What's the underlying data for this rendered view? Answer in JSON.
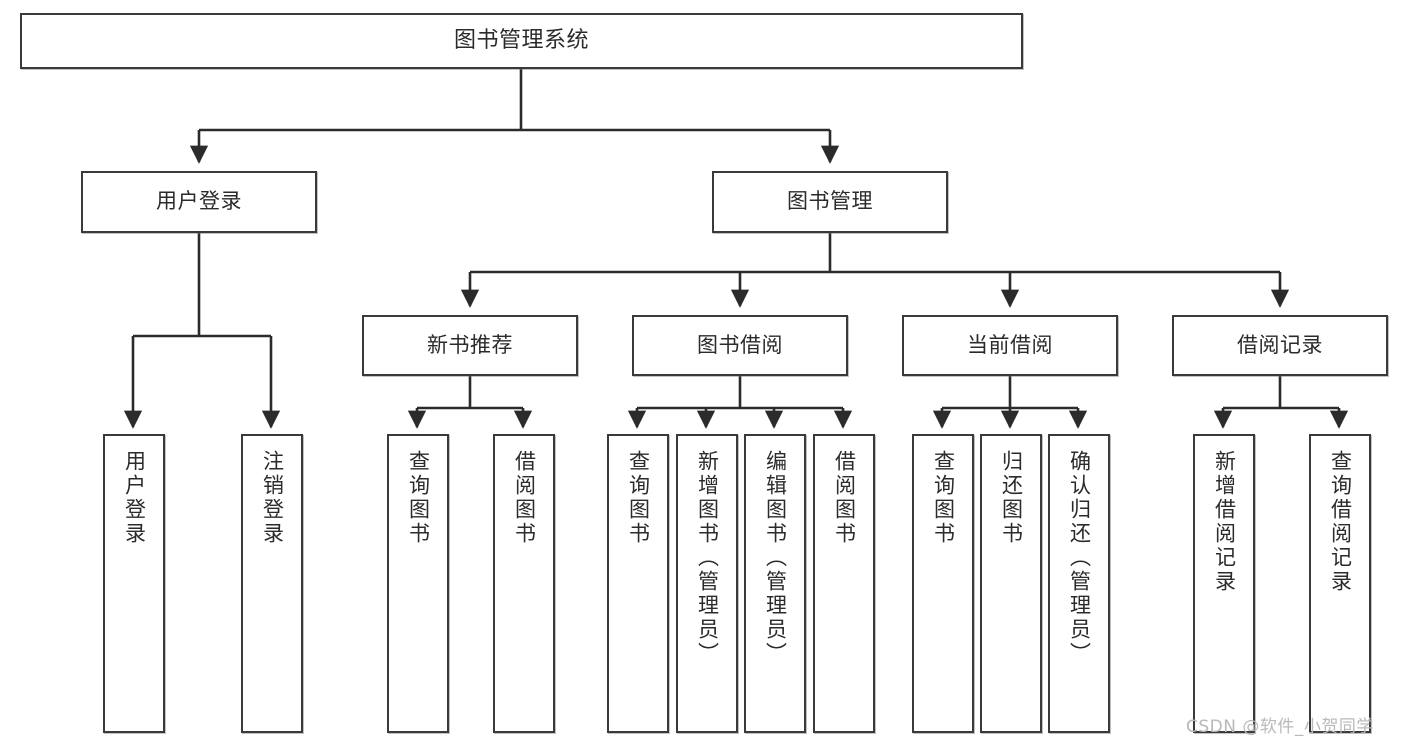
{
  "diagram": {
    "title": "图书管理系统",
    "type": "功能结构图",
    "watermark": "CSDN @软件_小贺同学",
    "colors": {
      "node_border": "#3a3a3a",
      "node_fill": "#ffffff",
      "edge": "#2b2b2b",
      "text": "#2b2b2b",
      "watermark": "#b9b9b9",
      "background": "#ffffff"
    },
    "levels": {
      "root": "图书管理系统",
      "level2": [
        "用户登录",
        "图书管理"
      ],
      "level3": [
        "新书推荐",
        "图书借阅",
        "当前借阅",
        "借阅记录"
      ]
    },
    "nodes": {
      "root": {
        "label": "图书管理系统"
      },
      "user_login": {
        "label": "用户登录"
      },
      "book_manage": {
        "label": "图书管理"
      },
      "new_book_rec": {
        "label": "新书推荐"
      },
      "book_borrow": {
        "label": "图书借阅"
      },
      "current_borrow": {
        "label": "当前借阅"
      },
      "borrow_record": {
        "label": "借阅记录"
      },
      "leaf_user_login": {
        "label": "用户登录"
      },
      "leaf_logout": {
        "label": "注销登录"
      },
      "leaf_query_book_a": {
        "label": "查询图书"
      },
      "leaf_borrow_book_a": {
        "label": "借阅图书"
      },
      "leaf_query_book_b": {
        "label": "查询图书"
      },
      "leaf_add_book": {
        "label": "新增图书（管理员）"
      },
      "leaf_edit_book": {
        "label": "编辑图书（管理员）"
      },
      "leaf_borrow_book_b": {
        "label": "借阅图书"
      },
      "leaf_query_book_c": {
        "label": "查询图书"
      },
      "leaf_return_book": {
        "label": "归还图书"
      },
      "leaf_confirm_return": {
        "label": "确认归还（管理员）"
      },
      "leaf_add_record": {
        "label": "新增借阅记录"
      },
      "leaf_query_record": {
        "label": "查询借阅记录"
      }
    },
    "tree": [
      {
        "label": "图书管理系统",
        "children": [
          {
            "label": "用户登录",
            "children": [
              {
                "label": "用户登录"
              },
              {
                "label": "注销登录"
              }
            ]
          },
          {
            "label": "图书管理",
            "children": [
              {
                "label": "新书推荐",
                "children": [
                  {
                    "label": "查询图书"
                  },
                  {
                    "label": "借阅图书"
                  }
                ]
              },
              {
                "label": "图书借阅",
                "children": [
                  {
                    "label": "查询图书"
                  },
                  {
                    "label": "新增图书（管理员）"
                  },
                  {
                    "label": "编辑图书（管理员）"
                  },
                  {
                    "label": "借阅图书"
                  }
                ]
              },
              {
                "label": "当前借阅",
                "children": [
                  {
                    "label": "查询图书"
                  },
                  {
                    "label": "归还图书"
                  },
                  {
                    "label": "确认归还（管理员）"
                  }
                ]
              },
              {
                "label": "借阅记录",
                "children": [
                  {
                    "label": "新增借阅记录"
                  },
                  {
                    "label": "查询借阅记录"
                  }
                ]
              }
            ]
          }
        ]
      }
    ]
  }
}
